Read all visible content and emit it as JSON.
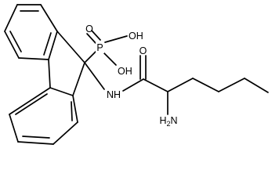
{
  "molecule": {
    "atoms": {
      "phosphorus": "P",
      "oxygen_double": "O",
      "hydroxyl_1": "OH",
      "hydroxyl_2": "OH",
      "amide_oxygen": "O",
      "amide_nitrogen": "NH",
      "amine": "H2N"
    },
    "line_color": "#000000",
    "background": "#ffffff"
  }
}
